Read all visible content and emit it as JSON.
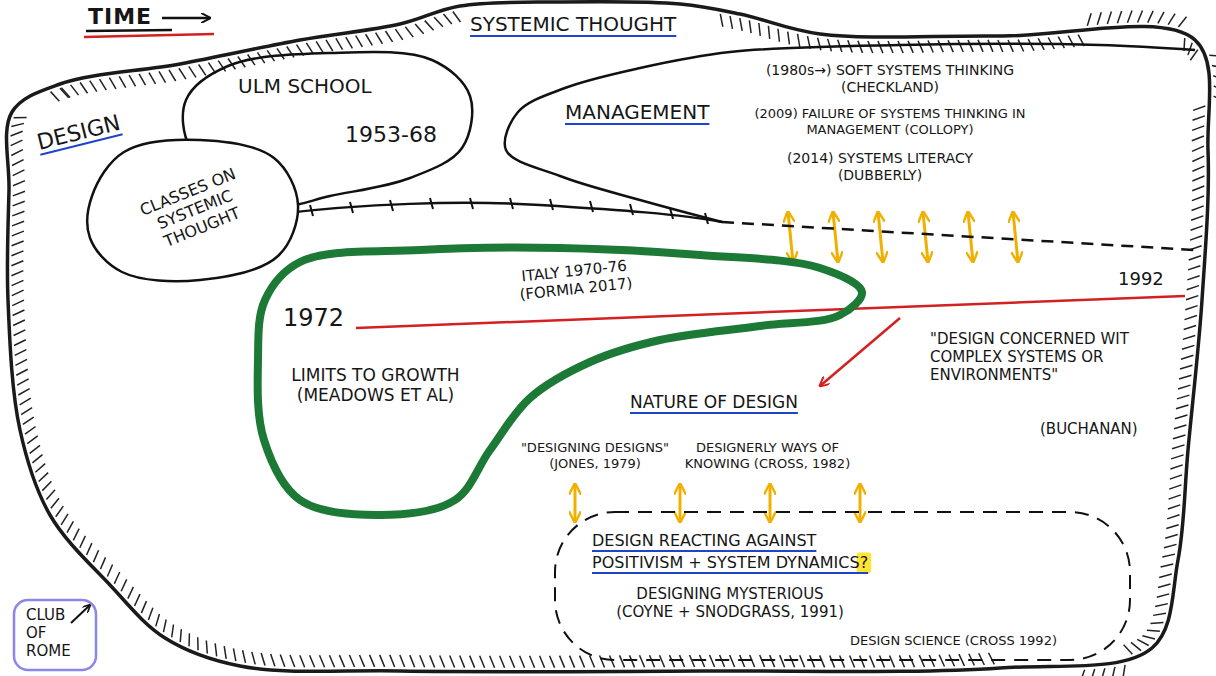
{
  "diagram": {
    "nodes": [
      {
        "text": [
          "SYSTEMIC THOUGHT",
          "DESIGN"
        ]
      },
      {
        "text": [
          "ULM SCHOOL",
          "1953-68"
        ],
        "in": 0
      },
      {
        "text": [
          "CLASSES ON SYSTEMIC THOUGHT"
        ],
        "in": 1
      },
      {
        "text": [
          "MANAGEMENT",
          "(1980s→) SOFT SYSTEMS THINKING (CHECKLAND)",
          "(2009) FAILURE OF SYSTEMS THINKING IN MANAGEMENT (COLLOPY)",
          "(2014) SYSTEMS LITERACY (DUBBERLY)"
        ],
        "in": 0
      },
      {
        "text": [
          "ITALY 1970-76 (FORMIA 2017)",
          "1972",
          "LIMITS TO GROWTH (MEADOWS ET AL)"
        ],
        "in": 0
      },
      {
        "text": [
          "DESIGN REACTING AGAINST POSITIVISM + SYSTEM DYNAMICS?",
          "DESIGNING MYSTERIOUS (COYNE + SNODGRASS, 1991)",
          "DESIGN SCIENCE (CROSS 1992)"
        ],
        "in": 0
      },
      {
        "text": [
          "CLUB OF ROME"
        ]
      }
    ],
    "labels": [
      "TIME",
      "1992",
      "\"DESIGN CONCERNED WIT COMPLEX SYSTEMS OR ENVIRONMENTS\"",
      "(BUCHANAN)",
      "NATURE OF DESIGN",
      "\"DESIGNING DESIGNS\" (JONES, 1979)",
      "DESIGNERLY WAYS OF KNOWING (CROSS, 1982)"
    ]
  }
}
